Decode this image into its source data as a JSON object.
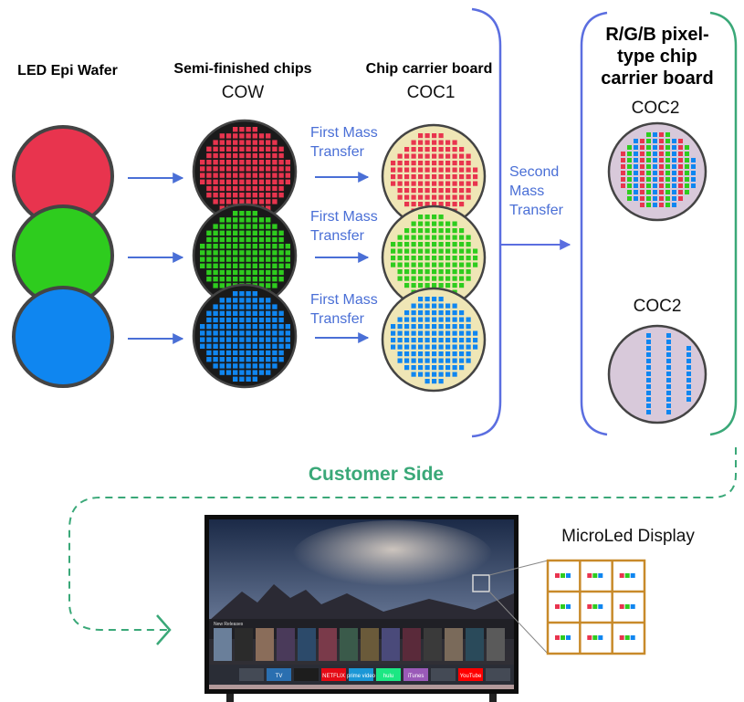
{
  "colors": {
    "red": "#e8344e",
    "green": "#2ecc1e",
    "blue": "#0f86f0",
    "chip_bg": "#1a1a1a",
    "carrier_bg": "#efe6b6",
    "coc2_bg": "#d8c9da",
    "arrow_blue": "#4a6fd6",
    "bracket_blue": "#5b6ee0",
    "bracket_green": "#3aa878",
    "frame_orange": "#c88a2a"
  },
  "stages": {
    "wafer": {
      "title": "LED Epi Wafer"
    },
    "cow": {
      "title": "Semi-finished chips",
      "code": "COW"
    },
    "coc1": {
      "title": "Chip carrier board",
      "code": "COC1"
    },
    "coc2": {
      "title_lines": [
        "R/G/B pixel-",
        "type chip",
        "carrier board"
      ],
      "code_top": "COC2",
      "code_bottom": "COC2"
    }
  },
  "transfers": {
    "first": [
      "First Mass",
      "Transfer"
    ],
    "second": [
      "Second",
      "Mass",
      "Transfer"
    ]
  },
  "customer": {
    "label": "Customer Side",
    "display_label": "MicroLed Display"
  },
  "tv": {
    "row_title": "New Releases",
    "apps": [
      "",
      "TV",
      "",
      "NETFLIX",
      "prime video",
      "hulu",
      "iTunes",
      "",
      "YouTube",
      ""
    ]
  }
}
